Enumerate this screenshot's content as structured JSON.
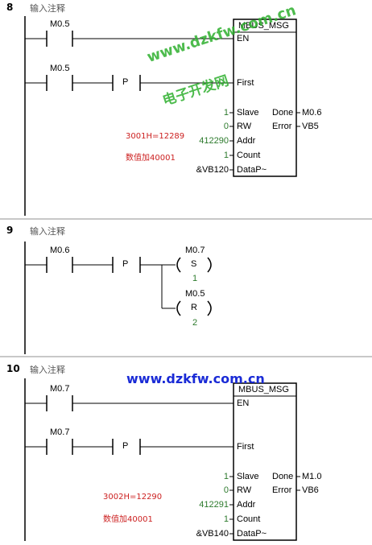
{
  "networks": [
    {
      "number": "8",
      "comment": "输入注释",
      "contacts": [
        "M0.5",
        "M0.5"
      ],
      "edge": "P",
      "block": {
        "title": "MBUS_MSG",
        "pins_left": [
          "EN",
          "First",
          "Slave",
          "RW",
          "Addr",
          "Count",
          "DataP~"
        ],
        "pins_right": [
          "Done",
          "Error"
        ],
        "in_values": [
          "1",
          "0",
          "412290",
          "1",
          "&VB120"
        ],
        "out_values": [
          "M0.6",
          "VB5"
        ]
      },
      "note_line1": "3001H=12289",
      "note_line2": "数值加40001"
    },
    {
      "number": "9",
      "comment": "输入注释",
      "contact": "M0.6",
      "edge": "P",
      "coils": [
        {
          "address": "M0.7",
          "type": "S",
          "count": "1"
        },
        {
          "address": "M0.5",
          "type": "R",
          "count": "2"
        }
      ]
    },
    {
      "number": "10",
      "comment": "输入注释",
      "contacts": [
        "M0.7",
        "M0.7"
      ],
      "edge": "P",
      "block": {
        "title": "MBUS_MSG",
        "pins_left": [
          "EN",
          "First",
          "Slave",
          "RW",
          "Addr",
          "Count",
          "DataP~"
        ],
        "pins_right": [
          "Done",
          "Error"
        ],
        "in_values": [
          "1",
          "0",
          "412291",
          "1",
          "&VB140"
        ],
        "out_values": [
          "M1.0",
          "VB6"
        ]
      },
      "note_line1": "3002H=12290",
      "note_line2": "数值加40001"
    }
  ],
  "watermark": {
    "url": "www.dzkfw.com.cn",
    "name": "电子开发网"
  },
  "colors": {
    "ladder_line": "#000000",
    "value_green": "#2c7a2c",
    "note_red": "#cc2020",
    "watermark_green": "#2fb02f",
    "watermark_blue": "#1a2bd6"
  }
}
